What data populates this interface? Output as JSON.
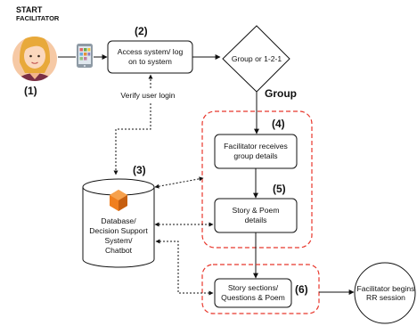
{
  "start": {
    "line1": "START",
    "line2": "FACILITATOR"
  },
  "steps": {
    "s1": "(1)",
    "s2": "(2)",
    "s3": "(3)",
    "s4": "(4)",
    "s5": "(5)",
    "s6": "(6)"
  },
  "access_box": {
    "line1": "Access system/ log",
    "line2": "on to system"
  },
  "decision": {
    "label": "Group or 1-2-1"
  },
  "group_label": "Group",
  "verify_label": "Verify user login",
  "database": {
    "line1": "Database/",
    "line2": "Decision Support",
    "line3": "System/",
    "line4": "Chatbot"
  },
  "receives_box": {
    "line1": "Facilitator receives",
    "line2": "group details"
  },
  "story_box": {
    "line1": "Story & Poem",
    "line2": "details"
  },
  "sections_box": {
    "line1": "Story sections/",
    "line2": "Questions & Poem"
  },
  "end_circle": {
    "line1": "Facilitator begins",
    "line2": "RR session"
  },
  "colors": {
    "dashed_group": "#e8372c",
    "stroke": "#111111",
    "db_logo": "#f07f1e",
    "avatar_bg": "#f6c9a5",
    "avatar_hair": "#e8a93a",
    "tablet_body": "#8e9aa5"
  },
  "icons": {
    "avatar": "facilitator-avatar-icon",
    "tablet": "tablet-device-icon",
    "db_logo": "database-logo-icon"
  }
}
